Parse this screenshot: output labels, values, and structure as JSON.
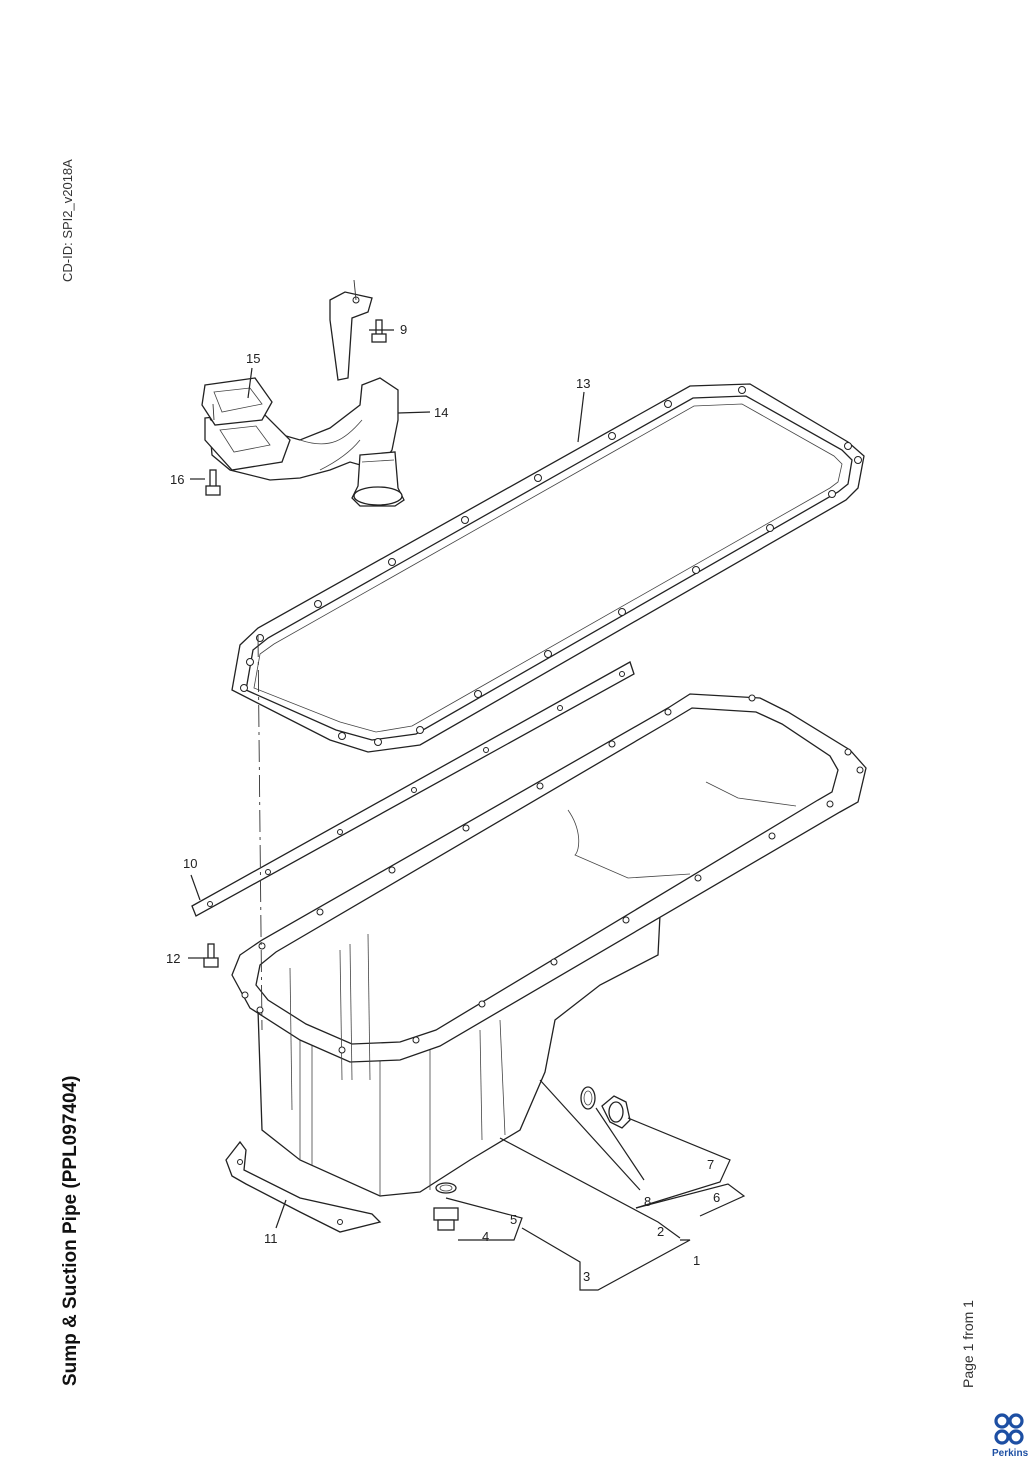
{
  "header": {
    "doc_id": "CD-ID: SPI2_v2018A"
  },
  "footer": {
    "sheet_title": "Sump & Suction Pipe (PPL097404)",
    "page_info": "Page 1 from 1",
    "logo_text": "Perkins"
  },
  "callouts": [
    "1",
    "2",
    "3",
    "4",
    "5",
    "6",
    "7",
    "8",
    "9",
    "10",
    "11",
    "12",
    "13",
    "14",
    "15",
    "16"
  ],
  "colors": {
    "line": "#222222",
    "logo": "#1d4fa3"
  }
}
